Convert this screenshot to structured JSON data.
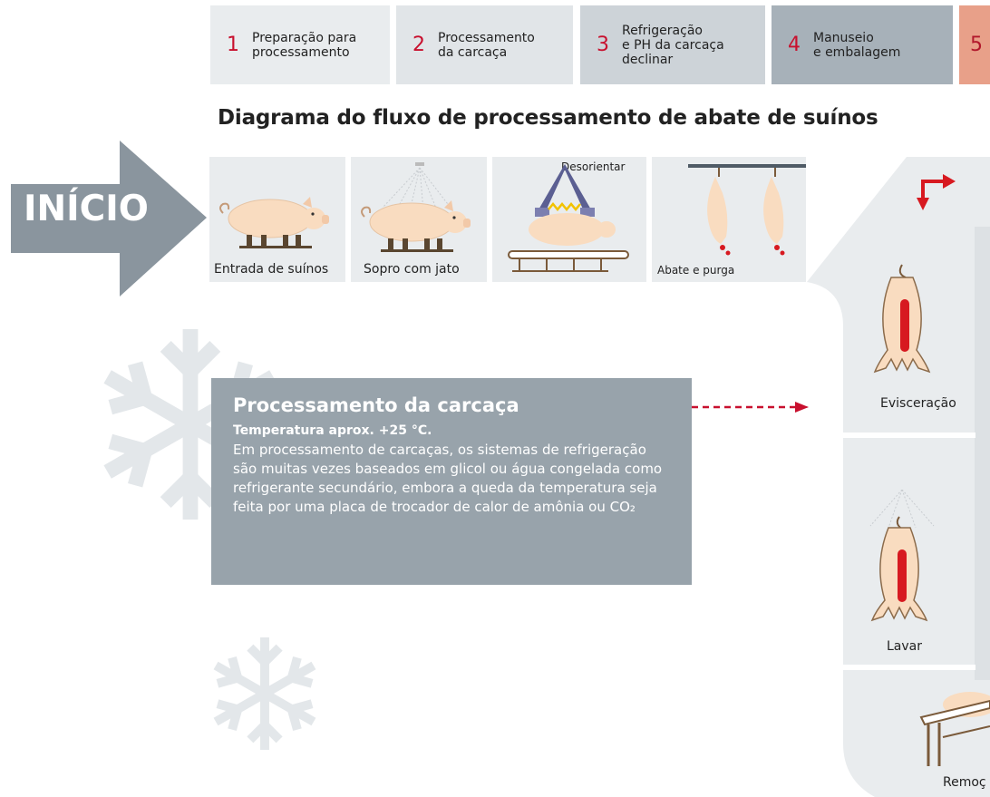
{
  "steps": [
    {
      "num": "1",
      "label": "Preparação para\nprocessamento"
    },
    {
      "num": "2",
      "label": "Processamento\nda carcaça"
    },
    {
      "num": "3",
      "label": "Refrigeração\ne PH da carcaça\ndeclinar"
    },
    {
      "num": "4",
      "label": "Manuseio\ne embalagem"
    },
    {
      "num": "5",
      "label": ""
    }
  ],
  "title": "Diagrama do fluxo de processamento de abate de suínos",
  "start_label": "INÍCIO",
  "stages": {
    "entrada": "Entrada de suínos",
    "sopro": "Sopro com jato",
    "desorientar": "Desorientar",
    "abate": "Abate e purga",
    "evisceracao": "Evisceração",
    "lavar": "Lavar",
    "remocao": "Remoç"
  },
  "info": {
    "heading": "Processamento da carcaça",
    "subheading": "Temperatura aprox. +25 °C.",
    "body": "Em processamento de carcaças, os sistemas de refrigeração são muitas vezes baseados em glicol ou água congelada como refrigerante secundário, embora a queda da temperatura seja feita por uma placa de trocador de calor de amônia ou CO₂"
  },
  "colors": {
    "accent_red": "#c8102e",
    "slate": "#8a959e",
    "panel": "#e9ecee",
    "pig": "#f9dcc0"
  }
}
